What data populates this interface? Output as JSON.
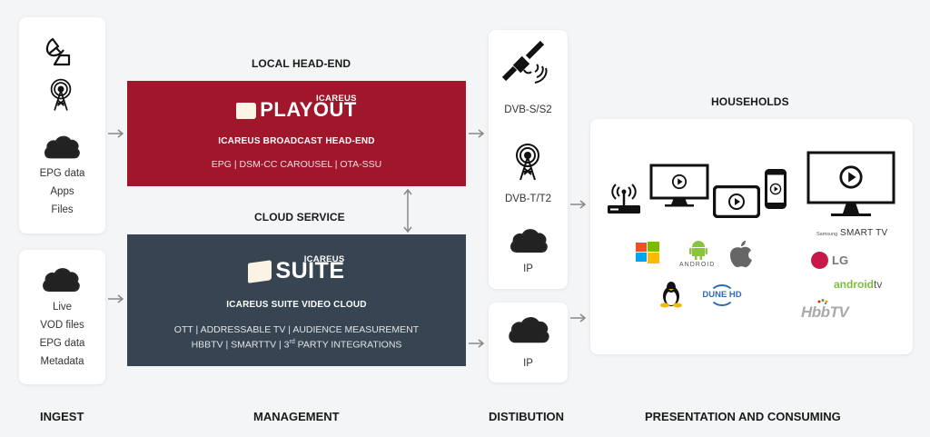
{
  "ingest": {
    "card1": {
      "icons": [
        "satellite-dish-icon",
        "antenna-tower-icon",
        "cloud-icon"
      ],
      "items": [
        "EPG data",
        "Apps",
        "Files"
      ]
    },
    "card2": {
      "icons": [
        "cloud-icon"
      ],
      "items": [
        "Live",
        "VOD files",
        "EPG data",
        "Metadata"
      ]
    }
  },
  "management": {
    "local_headend_title": "LOCAL HEAD-END",
    "cloud_service_title": "CLOUD SERVICE",
    "playout": {
      "brand_small": "ICAREUS",
      "brand_name": "PLAYOUT",
      "subtitle": "ICAREUS BROADCAST HEAD-END",
      "features": "EPG  |  DSM-CC CAROUSEL  |  OTA-SSU",
      "color": "#a0162a"
    },
    "suite": {
      "brand_small": "ICAREUS",
      "brand_name": "SUITE",
      "subtitle": "ICAREUS SUITE VIDEO CLOUD",
      "features_line1": "OTT |  ADDRESSABLE TV  |   AUDIENCE MEASUREMENT",
      "features_line2_a": "HBBTV |  SMARTTV  | 3",
      "features_line2_sup": "rd",
      "features_line2_b": " PARTY INTEGRATIONS",
      "color": "#374452"
    }
  },
  "distribution": {
    "card1": {
      "items": [
        {
          "icon": "satellite-icon",
          "label": "DVB-S/S2"
        },
        {
          "icon": "antenna-tower-icon",
          "label": "DVB-T/T2"
        },
        {
          "icon": "cloud-icon",
          "label": "IP"
        }
      ]
    },
    "card2": {
      "items": [
        {
          "icon": "cloud-icon",
          "label": "IP"
        }
      ]
    }
  },
  "households": {
    "title": "HOUSEHOLDS",
    "devices": [
      "router-icon",
      "monitor-icon",
      "tablet-icon",
      "smartphone-icon",
      "tv-icon"
    ],
    "platforms": {
      "windows": "windows-logo",
      "android": "ANDROID",
      "apple": "apple-logo",
      "linux": "linux-logo",
      "dune": "DUNE HD",
      "samsung_small": "Samsung",
      "samsung_big": "SMART TV",
      "lg": "LG",
      "androidtv_a": "android",
      "androidtv_b": "tv",
      "hbbtv": "HbbTV"
    }
  },
  "footer": {
    "ingest": "INGEST",
    "management": "MANAGEMENT",
    "distribution": "DISTIBUTION",
    "presentation": "PRESENTATION AND CONSUMING"
  }
}
